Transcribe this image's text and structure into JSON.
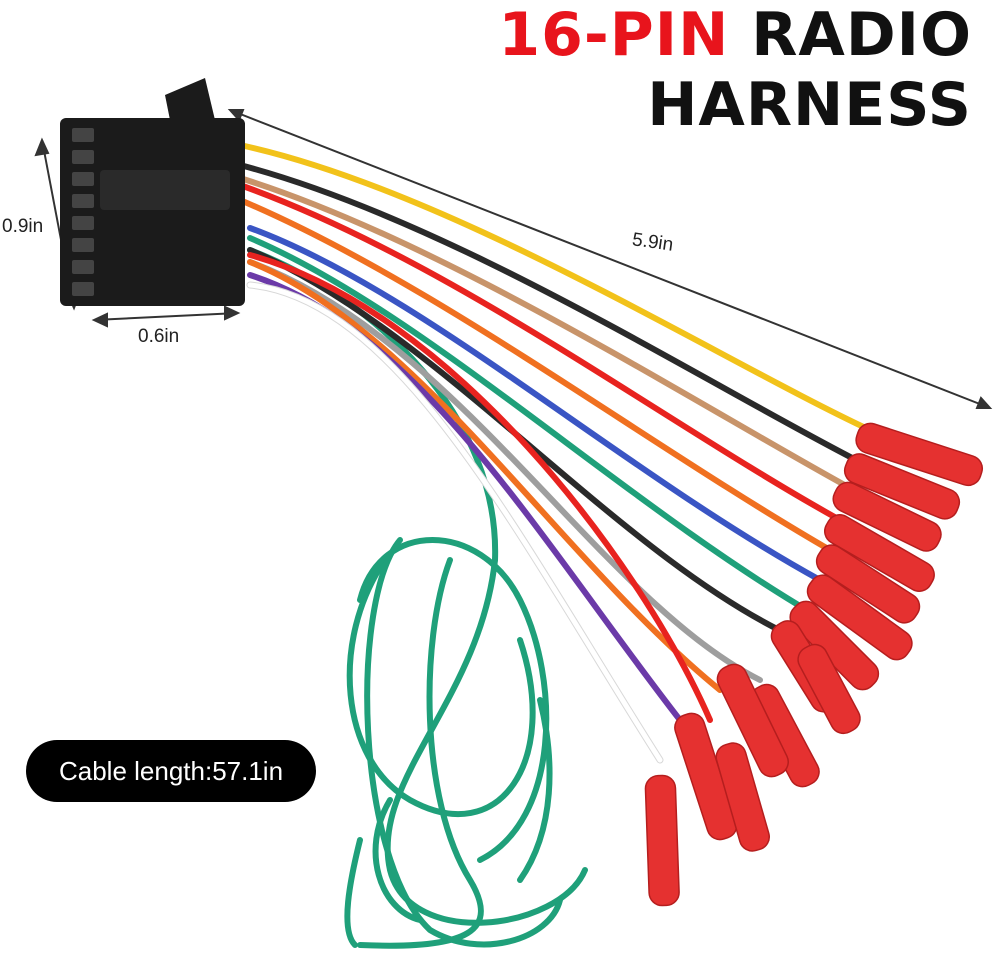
{
  "title": {
    "part1": "16-PIN",
    "part2": "RADIO",
    "line2": "HARNESS"
  },
  "dimensions": {
    "height": "0.9in",
    "width": "0.6in",
    "length": "5.9in"
  },
  "cable_label": "Cable length:57.1in",
  "colors": {
    "accent": "#e8141c",
    "terminal": "#e53130",
    "wires": [
      "#f2c21a",
      "#2a2a2a",
      "#c8946a",
      "#e8231f",
      "#f07020",
      "#3a55c4",
      "#1fa07a",
      "#ffffff",
      "#6b3aa8",
      "#9e9e9e"
    ]
  }
}
